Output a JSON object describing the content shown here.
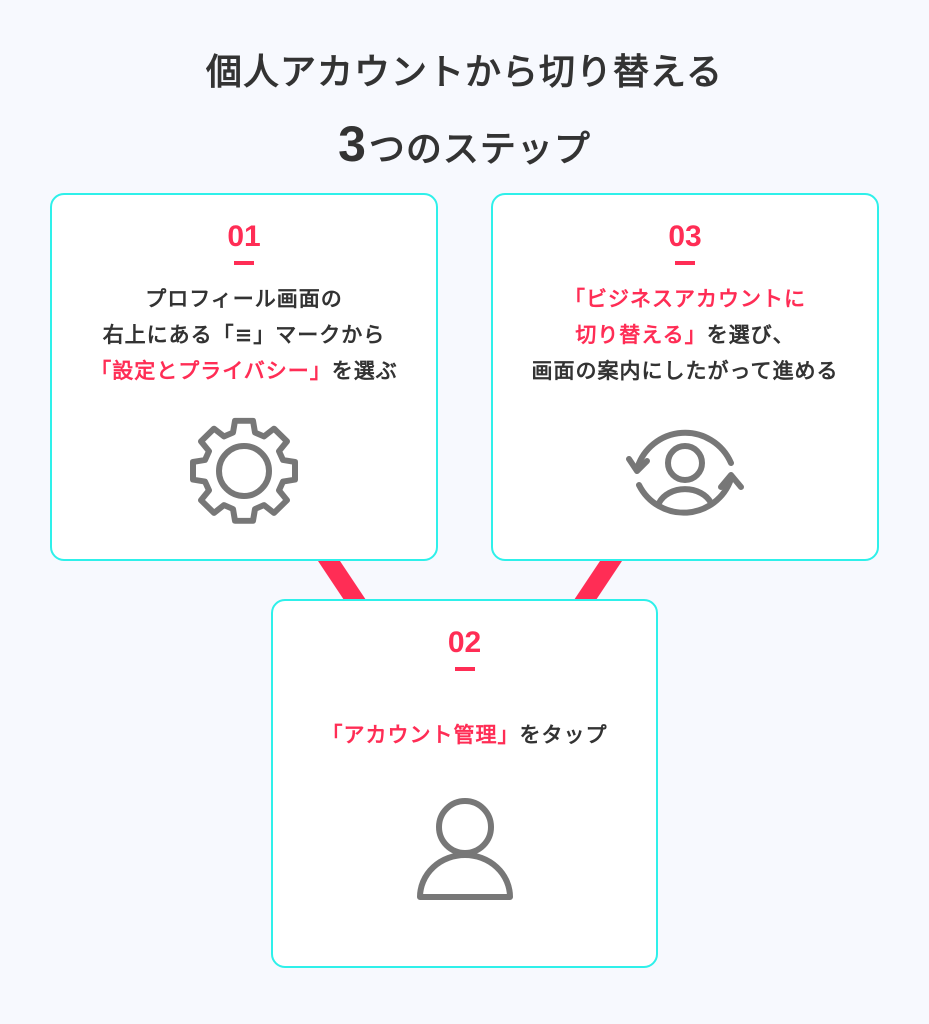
{
  "title": {
    "line1": "個人アカウントから切り替える",
    "line2_number": "3",
    "line2_rest": "つのステップ"
  },
  "colors": {
    "background": "#f7f9fe",
    "accent": "#ff2d55",
    "card_border": "#2ef0ea",
    "text": "#333333",
    "icon": "#777777"
  },
  "steps": [
    {
      "number": "01",
      "lines": [
        {
          "parts": [
            {
              "text": "プロフィール画面の",
              "highlight": false
            }
          ]
        },
        {
          "parts": [
            {
              "text": "右上にある「≡」マークから",
              "highlight": false
            }
          ]
        },
        {
          "parts": [
            {
              "text": "「設定とプライバシー」",
              "highlight": true
            },
            {
              "text": "を選ぶ",
              "highlight": false
            }
          ]
        }
      ],
      "icon": "gear-icon"
    },
    {
      "number": "02",
      "lines": [
        {
          "parts": [
            {
              "text": "「アカウント管理」",
              "highlight": true
            },
            {
              "text": "をタップ",
              "highlight": false
            }
          ]
        }
      ],
      "icon": "user-icon"
    },
    {
      "number": "03",
      "lines": [
        {
          "parts": [
            {
              "text": "「ビジネスアカウントに",
              "highlight": true
            }
          ]
        },
        {
          "parts": [
            {
              "text": "切り替える」",
              "highlight": true
            },
            {
              "text": "を選び、",
              "highlight": false
            }
          ]
        },
        {
          "parts": [
            {
              "text": "画面の案内にしたがって進める",
              "highlight": false
            }
          ]
        }
      ],
      "icon": "user-switch-icon"
    }
  ]
}
